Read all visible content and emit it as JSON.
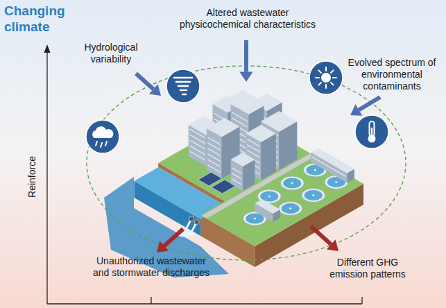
{
  "diagram": {
    "title": "Changing climate",
    "labels": [
      "Hydrological variability",
      "Altered wastewater physicochemical characteristics",
      "Evolved spectrum of environmental contaminants",
      "Reinforce",
      "Unauthorized wastewater and stormwater discharges",
      "Different GHG emission patterns"
    ]
  }
}
